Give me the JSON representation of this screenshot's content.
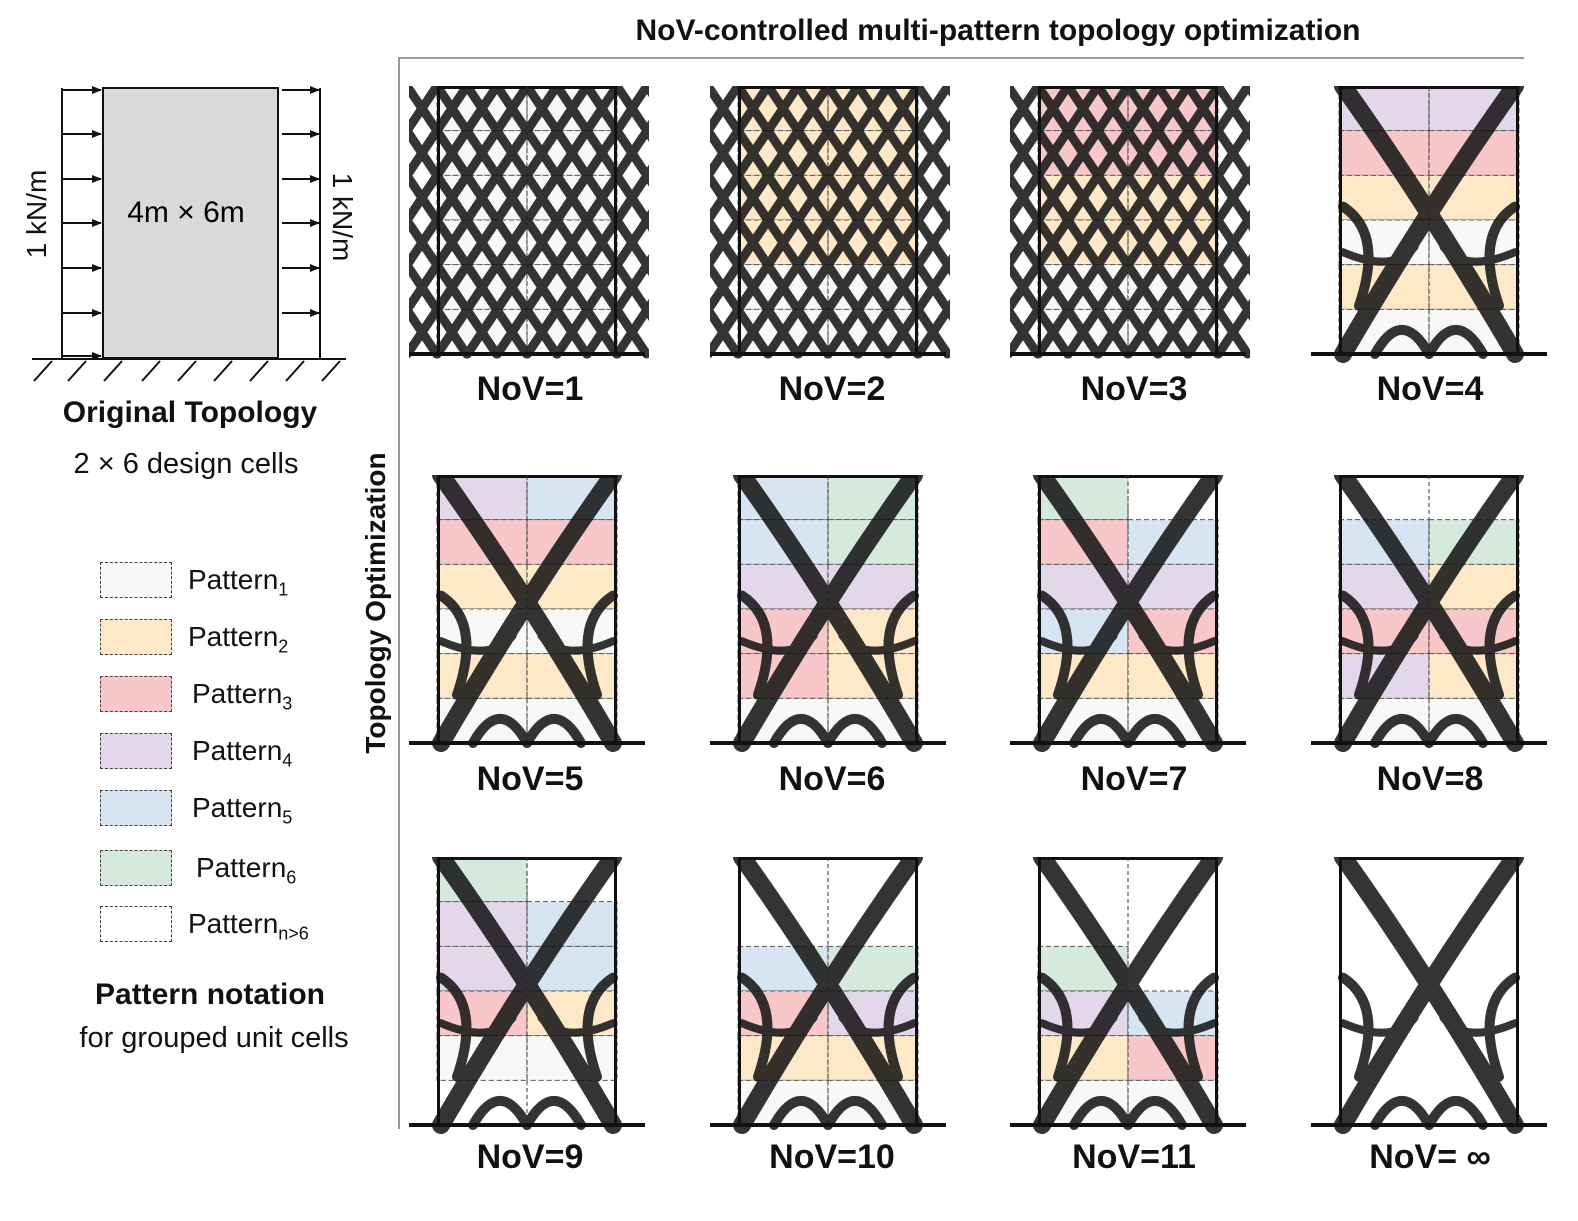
{
  "header": {
    "title": "NoV-controlled multi-pattern topology optimization",
    "side_label": "Topology Optimization"
  },
  "original": {
    "dimension_label": "4m × 6m",
    "load_left": "1 kN/m",
    "load_right": "1 kN/m",
    "title": "Original Topology",
    "subtitle": "2 × 6 design cells"
  },
  "legend": {
    "items": [
      {
        "label": "Pattern",
        "sub": "1",
        "color": "#f7f9f6"
      },
      {
        "label": "Pattern",
        "sub": "2",
        "color": "#fde9c8"
      },
      {
        "label": "Pattern",
        "sub": "3",
        "color": "#f7c7c9"
      },
      {
        "label": "Pattern",
        "sub": "4",
        "color": "#e2d8ea"
      },
      {
        "label": "Pattern",
        "sub": "5",
        "color": "#d7e4f2"
      },
      {
        "label": "Pattern",
        "sub": "6",
        "color": "#d6e9dd"
      },
      {
        "label": "Pattern",
        "sub": "n>6",
        "color": "#ffffff"
      }
    ],
    "title": "Pattern notation",
    "subtitle": "for grouped unit cells"
  },
  "panels": [
    {
      "label": "NoV=1"
    },
    {
      "label": "NoV=2"
    },
    {
      "label": "NoV=3"
    },
    {
      "label": "NoV=4"
    },
    {
      "label": "NoV=5"
    },
    {
      "label": "NoV=6"
    },
    {
      "label": "NoV=7"
    },
    {
      "label": "NoV=8"
    },
    {
      "label": "NoV=9"
    },
    {
      "label": "NoV=10"
    },
    {
      "label": "NoV=11"
    },
    {
      "label": "NoV= ∞"
    }
  ]
}
